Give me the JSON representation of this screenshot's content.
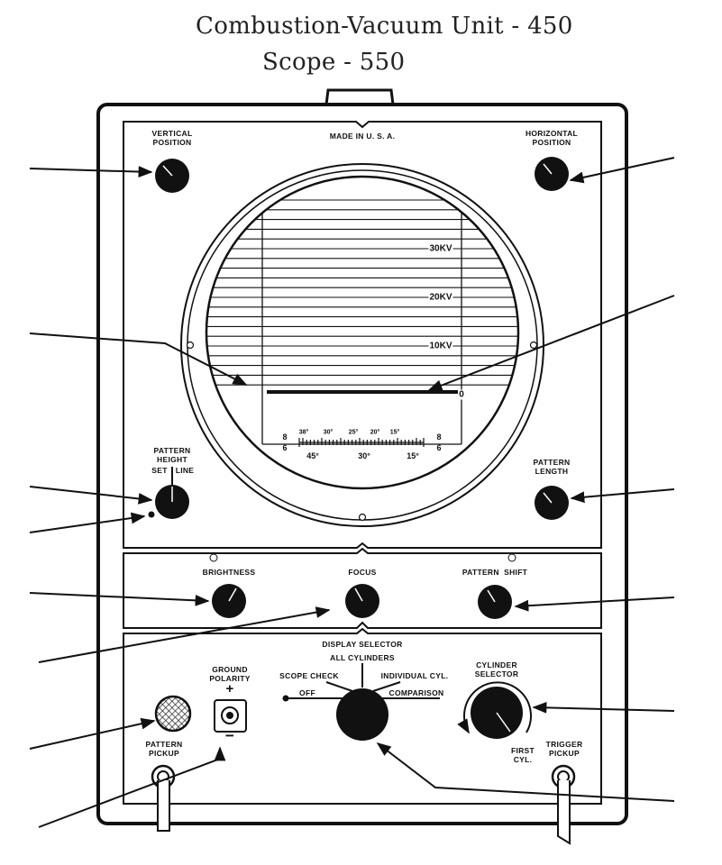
{
  "heading": {
    "line1": "Combustion-Vacuum Unit - 450",
    "line2": "Scope - 550"
  },
  "panel": {
    "made_in": "MADE IN U. S. A.",
    "vertical_position": {
      "line1": "VERTICAL",
      "line2": "POSITION"
    },
    "horizontal_position": {
      "line1": "HORIZONTAL",
      "line2": "POSITION"
    },
    "pattern_height": {
      "line1": "PATTERN",
      "line2": "HEIGHT",
      "set": "SET",
      "line": "LINE"
    },
    "pattern_length": {
      "line1": "PATTERN",
      "line2": "LENGTH"
    },
    "brightness": "BRIGHTNESS",
    "focus": "FOCUS",
    "pattern_shift": "PATTERN  SHIFT",
    "display_selector": {
      "title": "DISPLAY SELECTOR",
      "all_cylinders": "ALL CYLINDERS",
      "scope_check": "SCOPE CHECK",
      "individual": "INDIVIDUAL CYL.",
      "off": "OFF",
      "comparison": "COMPARISON"
    },
    "ground_polarity": {
      "line1": "GROUND",
      "line2": "POLARITY",
      "plus": "+",
      "minus": "−"
    },
    "cylinder_selector": {
      "line1": "CYLINDER",
      "line2": "SELECTOR",
      "first1": "FIRST",
      "first2": "CYL."
    },
    "pattern_pickup": {
      "line1": "PATTERN",
      "line2": "PICKUP"
    },
    "trigger_pickup": {
      "line1": "TRIGGER",
      "line2": "PICKUP"
    }
  },
  "screen": {
    "kv_labels": [
      "30KV",
      "20KV",
      "10KV",
      "0"
    ],
    "cyl_left": {
      "top": "8",
      "bottom": "6"
    },
    "cyl_right": {
      "top": "8",
      "bottom": "6"
    },
    "upper_degrees": [
      "38°",
      "30°",
      "25°",
      "20°",
      "15°"
    ],
    "lower_degrees": [
      "45°",
      "30°",
      "15°"
    ]
  }
}
